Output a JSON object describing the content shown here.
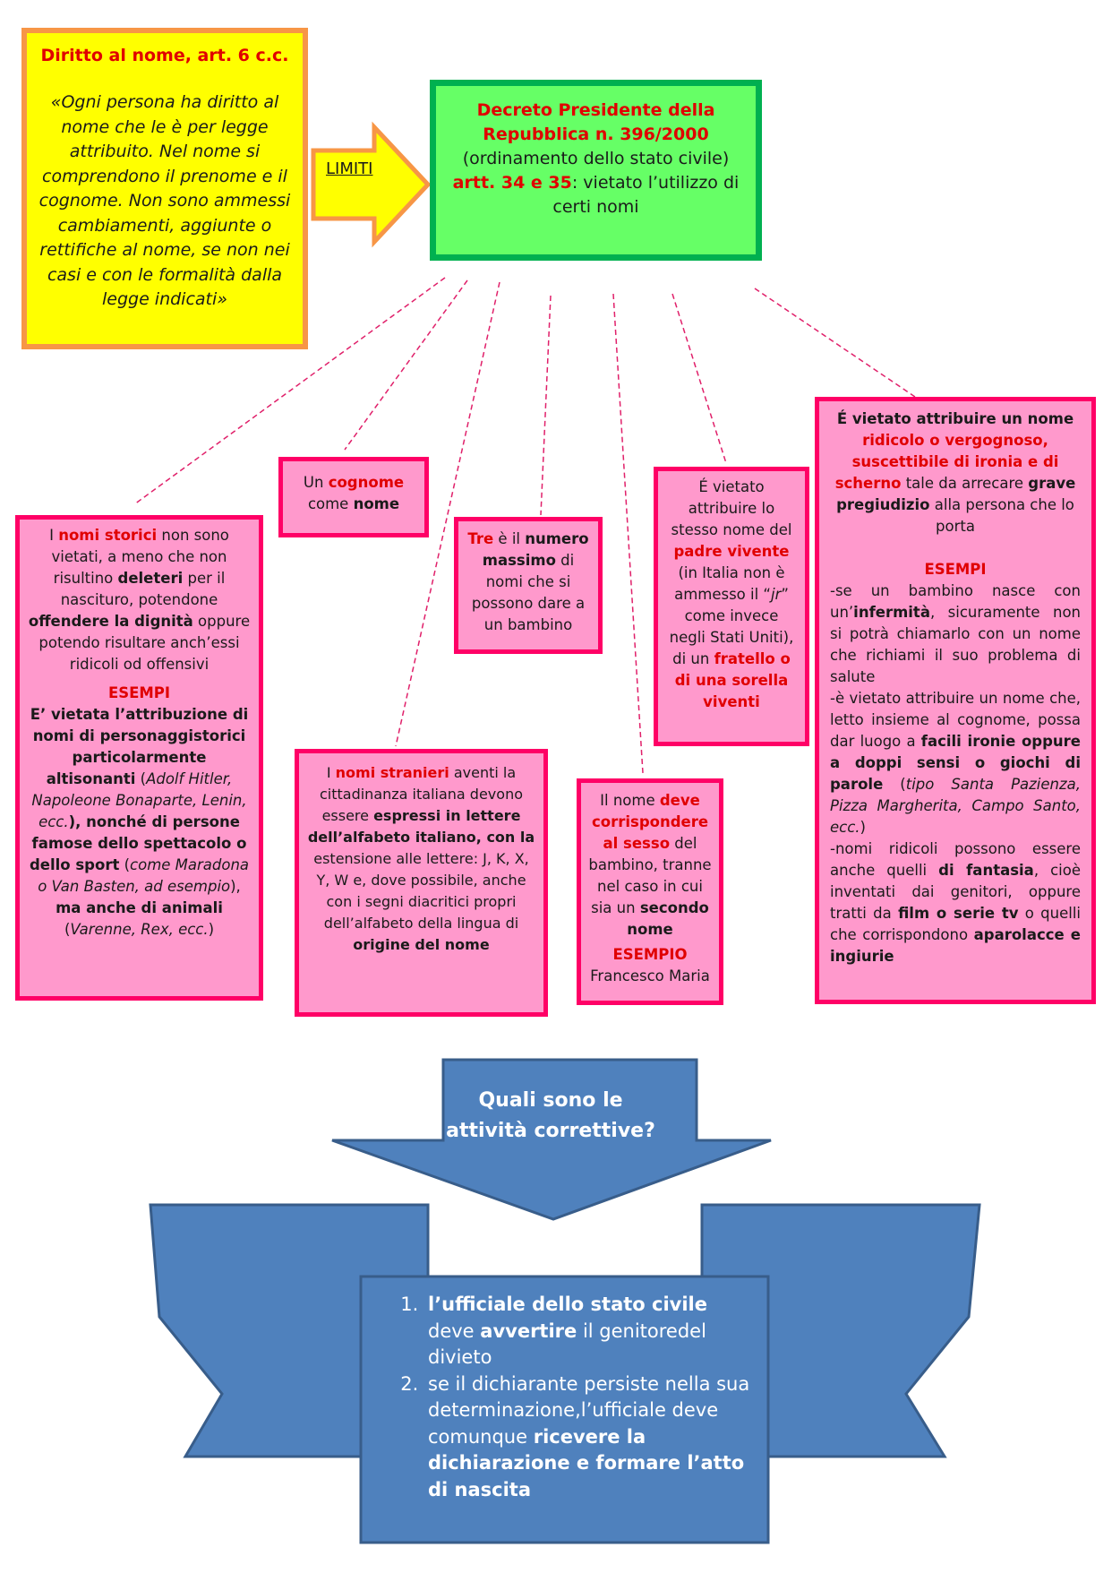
{
  "top_left": {
    "title": "Diritto al nome, art. 6 c.c.",
    "quote": "«Ogni persona ha diritto al nome che le è per legge attribuito. Nel nome si comprendono il prenome e il cognome. Non sono ammessi cambiamenti, aggiunte o rettifiche al nome, se non nei casi e con le formalità dalla legge indicati»"
  },
  "arrow_label": "LIMITI",
  "decree": {
    "title": "Decreto Presidente della Repubblica n. 396/2000",
    "line1": "(ordinamento dello stato civile)",
    "arts": "artt. 34 e 35",
    "line2": ": vietato l’utilizzo di certi nomi"
  },
  "boxes": {
    "storici": {
      "p1_a": "I ",
      "p1_b": "nomi storici",
      "p1_c": " non sono vietati, a meno che non risultino ",
      "p1_d": "deleteri",
      "p1_e": " per il nascituro, potendone ",
      "p1_f": "offendere la dignità",
      "p1_g": " oppure potendo risultare anch’essi ridicoli od offensivi",
      "esempi": "ESEMPI",
      "p2_a": "E’ vietata l’attribuzione di nomi di personaggistorici particolarmente altisonanti",
      "p2_b": " (",
      "p2_c": "Adolf Hitler, Napoleone Bonaparte, Lenin, ecc.",
      "p2_d": "), nonché di persone famose dello spettacolo o dello sport",
      "p2_e": " (",
      "p2_f": "come Maradona o Van Basten, ad esempio",
      "p2_g": "), ",
      "p2_h": "ma anche di animali",
      "p2_i": " (",
      "p2_j": "Varenne, Rex, ecc.",
      "p2_k": ")"
    },
    "cognome": {
      "a": "Un ",
      "b": "cognome",
      "c": " come ",
      "d": "nome"
    },
    "tre": {
      "a": "Tre",
      "b": " è il ",
      "c": "numero massimo",
      "d": " di nomi che si possono dare a un bambino"
    },
    "stranieri": {
      "a": "I ",
      "b": "nomi stranieri",
      "c": " aventi la cittadinanza italiana devono essere ",
      "d": "espressi in lettere dell’alfabeto italiano, con la",
      "e": " estensione alle lettere: J, K, X, Y, W e, dove possibile, anche con i segni diacritici propri dell’alfabeto della lingua di ",
      "f": "origine del nome"
    },
    "sesso": {
      "a": "Il nome ",
      "b": "deve corrispondere al sesso",
      "c": " del bambino, tranne nel caso in cui sia un ",
      "d": "secondo nome",
      "esempio": "ESEMPIO",
      "name": "Francesco Maria"
    },
    "padre": {
      "a": "É vietato attribuire lo stesso nome del ",
      "b": "padre vivente",
      "c": " (in Italia non è ammesso il “",
      "d": "jr",
      "e": "” come invece negli Stati Uniti), di un ",
      "f": "fratello o di una sorella viventi"
    },
    "ridicolo": {
      "a": "É vietato attribuire un nome ",
      "b": "ridicolo o vergognoso, suscettibile di ironia e di scherno",
      "c": " tale da arrecare ",
      "d": "grave pregiudizio",
      "e": " alla persona che lo porta",
      "esempi": "ESEMPI",
      "l1_a": "-se un bambino nasce con un’",
      "l1_b": "infermità",
      "l1_c": ", sicuramente non si potrà chiamarlo con un nome che richiami il suo problema di salute",
      "l2_a": "-è vietato attribuire un nome che, letto insieme al cognome, possa dar luogo a ",
      "l2_b": "facili ironie oppure a doppi sensi o giochi di parole",
      "l2_c": " (",
      "l2_d": "tipo Santa Pazienza, Pizza Margherita, Campo Santo, ecc.",
      "l2_e": ")",
      "l3_a": "-nomi ridicoli possono essere anche quelli ",
      "l3_b": "di fantasia",
      "l3_c": ", cioè inventati dai genitori, oppure tratti da ",
      "l3_d": "film o serie tv",
      "l3_e": " o quelli che corrispondono ",
      "l3_f": "aparolacce e ingiurie"
    }
  },
  "question": "Quali sono le attività correttive?",
  "steps": {
    "s1_a": "l’ufficiale dello stato civile",
    "s1_b": " deve ",
    "s1_c": "avvertire",
    "s1_d": " il genitoredel divieto",
    "s2_a": "se il dichiarante persiste nella sua determinazione,l’ufficiale deve comunque ",
    "s2_b": "ricevere la dichiarazione e formare l’atto di nascita"
  },
  "colors": {
    "accent_red": "#e00000",
    "pink_fill": "#ff99cc",
    "pink_border": "#ff0066",
    "arrow_blue": "#4f81bd"
  }
}
